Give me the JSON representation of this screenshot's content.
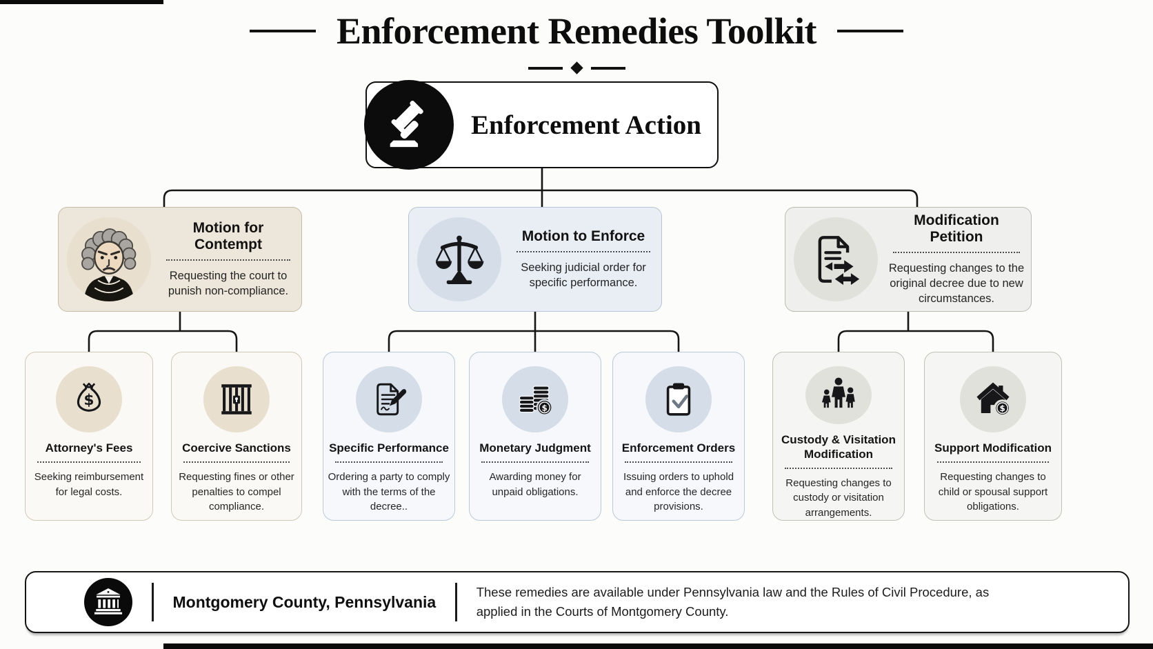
{
  "title": "Enforcement Remedies Toolkit",
  "root": {
    "label": "Enforcement Action",
    "icon": "gavel-icon"
  },
  "branches": [
    {
      "id": "contempt",
      "title": "Motion for Contempt",
      "desc": "Requesting the court to punish non-compliance.",
      "icon": "judge-icon"
    },
    {
      "id": "enforce",
      "title": "Motion to Enforce",
      "desc": "Seeking judicial order for specific performance.",
      "icon": "scales-of-justice-icon"
    },
    {
      "id": "modification",
      "title": "Modification Petition",
      "desc": "Requesting changes to the original decree due to new circumstances.",
      "icon": "document-swap-icon"
    }
  ],
  "leaves": [
    {
      "group": "contempt",
      "title": "Attorney's Fees",
      "desc": "Seeking reimbursement for legal costs.",
      "icon": "money-bag-icon"
    },
    {
      "group": "contempt",
      "title": "Coercive Sanctions",
      "desc": "Requesting fines or other penalties to compel compliance.",
      "icon": "jail-bars-icon"
    },
    {
      "group": "enforce",
      "title": "Specific Performance",
      "desc": "Ordering a party to comply with the terms of the decree..",
      "icon": "document-pen-icon"
    },
    {
      "group": "enforce",
      "title": "Monetary Judgment",
      "desc": "Awarding money for unpaid obligations.",
      "icon": "coins-icon"
    },
    {
      "group": "enforce",
      "title": "Enforcement Orders",
      "desc": "Issuing orders to uphold and enforce the decree provisions.",
      "icon": "clipboard-check-icon"
    },
    {
      "group": "modification",
      "title": "Custody & Visitation Modification",
      "desc": "Requesting changes to custody or visitation arrangements.",
      "icon": "family-icon"
    },
    {
      "group": "modification",
      "title": "Support Modification",
      "desc": "Requesting changes to child or spousal support obligations.",
      "icon": "house-dollar-icon"
    }
  ],
  "footer": {
    "icon": "courthouse-icon",
    "region": "Montgomery County, Pennsylvania",
    "note": "These remedies are available under Pennsylvania law and the Rules of Civil Procedure, as applied in the Courts of Montgomery County."
  },
  "palette": {
    "ink": "#141414",
    "contempt": {
      "card_bg": "#ede6da",
      "card_border": "#c8bba5",
      "leaf_bg": "#fbf9f5",
      "leaf_border": "#d3c8b5",
      "circle": "#e8dfcf"
    },
    "enforce": {
      "card_bg": "#e9eef5",
      "card_border": "#b6c4d4",
      "leaf_bg": "#f6f8fb",
      "leaf_border": "#bac9da",
      "circle": "#d4dde8"
    },
    "modification": {
      "card_bg": "#eff0ed",
      "card_border": "#b8bcb1",
      "leaf_bg": "#f5f6f3",
      "leaf_border": "#bdc1b6",
      "circle": "#dfe1da"
    }
  }
}
